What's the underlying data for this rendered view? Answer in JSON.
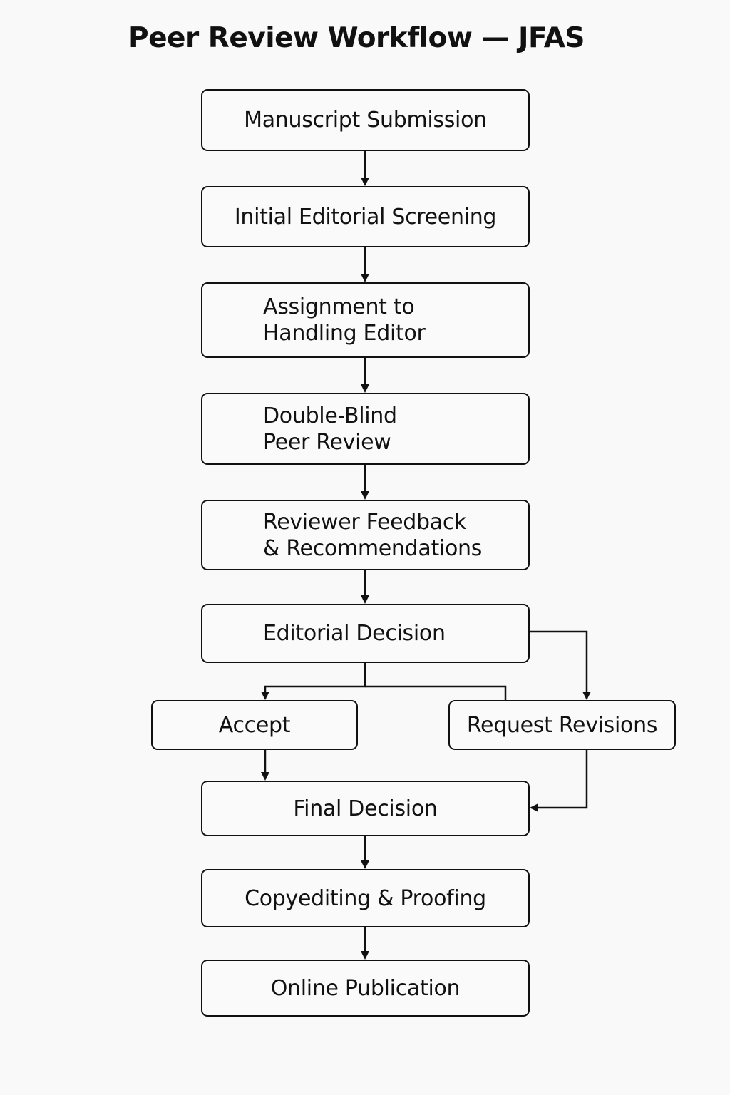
{
  "diagram": {
    "title": "Peer Review Workflow — JFAS",
    "steps": {
      "submission": "Manuscript Submission",
      "screening": "Initial Editorial Screening",
      "assignment": [
        "Assignment to",
        "Handling Editor"
      ],
      "review": [
        "Double-Blind",
        "Peer Review"
      ],
      "feedback": [
        "Reviewer Feedback",
        "& Recommendations"
      ],
      "decision": "Editorial Decision",
      "accept": "Accept",
      "revisions": "Request Revisions",
      "final": "Final Decision",
      "copyediting": "Copyediting & Proofing",
      "publication": "Online Publication"
    },
    "edges": [
      {
        "from": "submission",
        "to": "screening"
      },
      {
        "from": "screening",
        "to": "assignment"
      },
      {
        "from": "assignment",
        "to": "review"
      },
      {
        "from": "review",
        "to": "feedback"
      },
      {
        "from": "feedback",
        "to": "decision"
      },
      {
        "from": "decision",
        "to": "accept"
      },
      {
        "from": "decision",
        "to": "revisions"
      },
      {
        "from": "accept",
        "to": "final"
      },
      {
        "from": "revisions",
        "to": "final"
      },
      {
        "from": "final",
        "to": "copyediting"
      },
      {
        "from": "copyediting",
        "to": "publication"
      }
    ]
  }
}
